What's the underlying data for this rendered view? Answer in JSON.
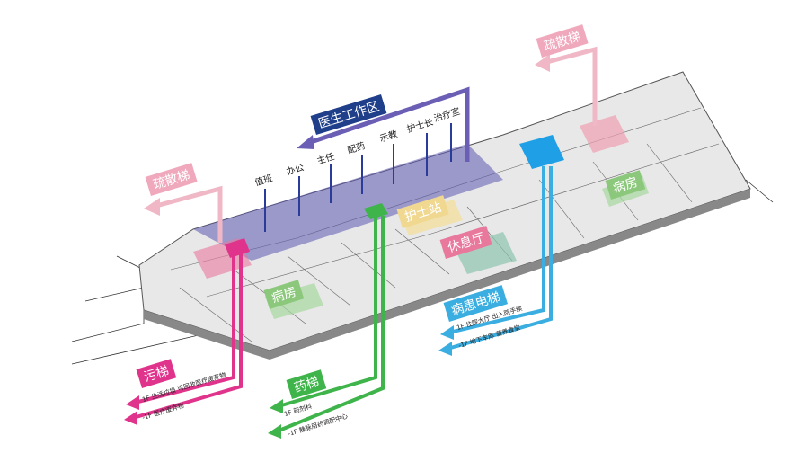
{
  "zones": {
    "doctor_area": "医生工作区",
    "evac_left": "疏散梯",
    "evac_right": "疏散梯",
    "nurse_station": "护士站",
    "lounge": "休息厅",
    "ward_left": "病房",
    "ward_right": "病房"
  },
  "rooms": [
    "值班",
    "办公",
    "主任",
    "配药",
    "示教",
    "护士长",
    "治疗室"
  ],
  "elevators": {
    "dirty": {
      "label": "污梯",
      "floor1": "1F 生活垃圾 可回收医疗废弃物",
      "floor_b1": "-1F 医疗废弃物"
    },
    "drug": {
      "label": "药梯",
      "floor1": "1F  药剂科",
      "floor_b1": "-1F 静脉用药调配中心"
    },
    "patient": {
      "label": "病患电梯",
      "floor1": "1F 住院大厅 出入院手续",
      "floor_b1": "-1F 地下车库 营养食堂"
    }
  },
  "colors": {
    "doctor": "#6a5fb5",
    "dirty": "#e0348c",
    "drug": "#3fb44a",
    "patient": "#3aaee0",
    "evac": "#f0b8c6"
  }
}
